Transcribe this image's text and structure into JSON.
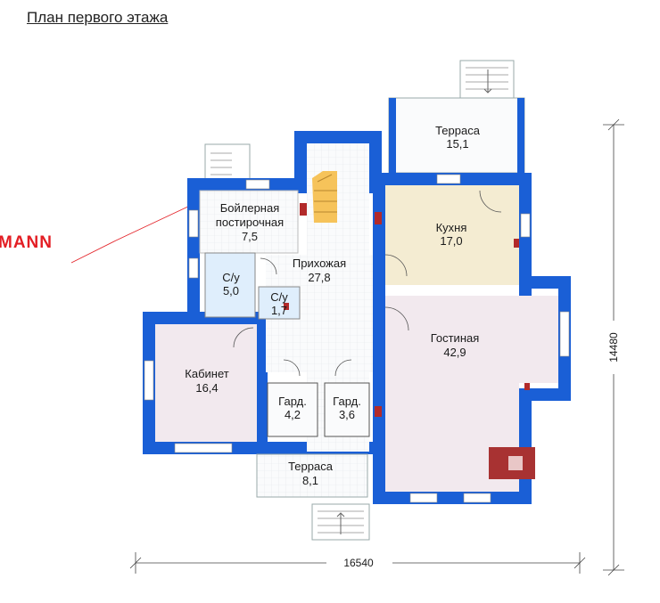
{
  "title": "План первого этажа",
  "brand": "MANN",
  "rooms": {
    "terrace_top": {
      "name": "Терраса",
      "area": "15,1"
    },
    "boiler": {
      "name1": "Бойлерная",
      "name2": "постирочная",
      "area": "7,5"
    },
    "kitchen": {
      "name": "Кухня",
      "area": "17,0"
    },
    "hall": {
      "name": "Прихожая",
      "area": "27,8"
    },
    "wc1": {
      "name": "С/у",
      "area": "5,0"
    },
    "wc2": {
      "name": "С/у",
      "area": "1,7"
    },
    "living": {
      "name": "Гостиная",
      "area": "42,9"
    },
    "cabinet": {
      "name": "Кабинет",
      "area": "16,4"
    },
    "wardrobe1": {
      "name": "Гард.",
      "area": "4,2"
    },
    "wardrobe2": {
      "name": "Гард.",
      "area": "3,6"
    },
    "terrace_bottom": {
      "name": "Терраса",
      "area": "8,1"
    }
  },
  "dimensions": {
    "width": "16540",
    "height": "14480"
  },
  "colors": {
    "wall": "#1a5fd6",
    "brand": "#e31e24",
    "kitchen": "#f4ecd2",
    "living": "#f2e9ee",
    "cabinet": "#f2e9ee",
    "wc": "#dfeefc",
    "hall": "#f7f8fa"
  }
}
